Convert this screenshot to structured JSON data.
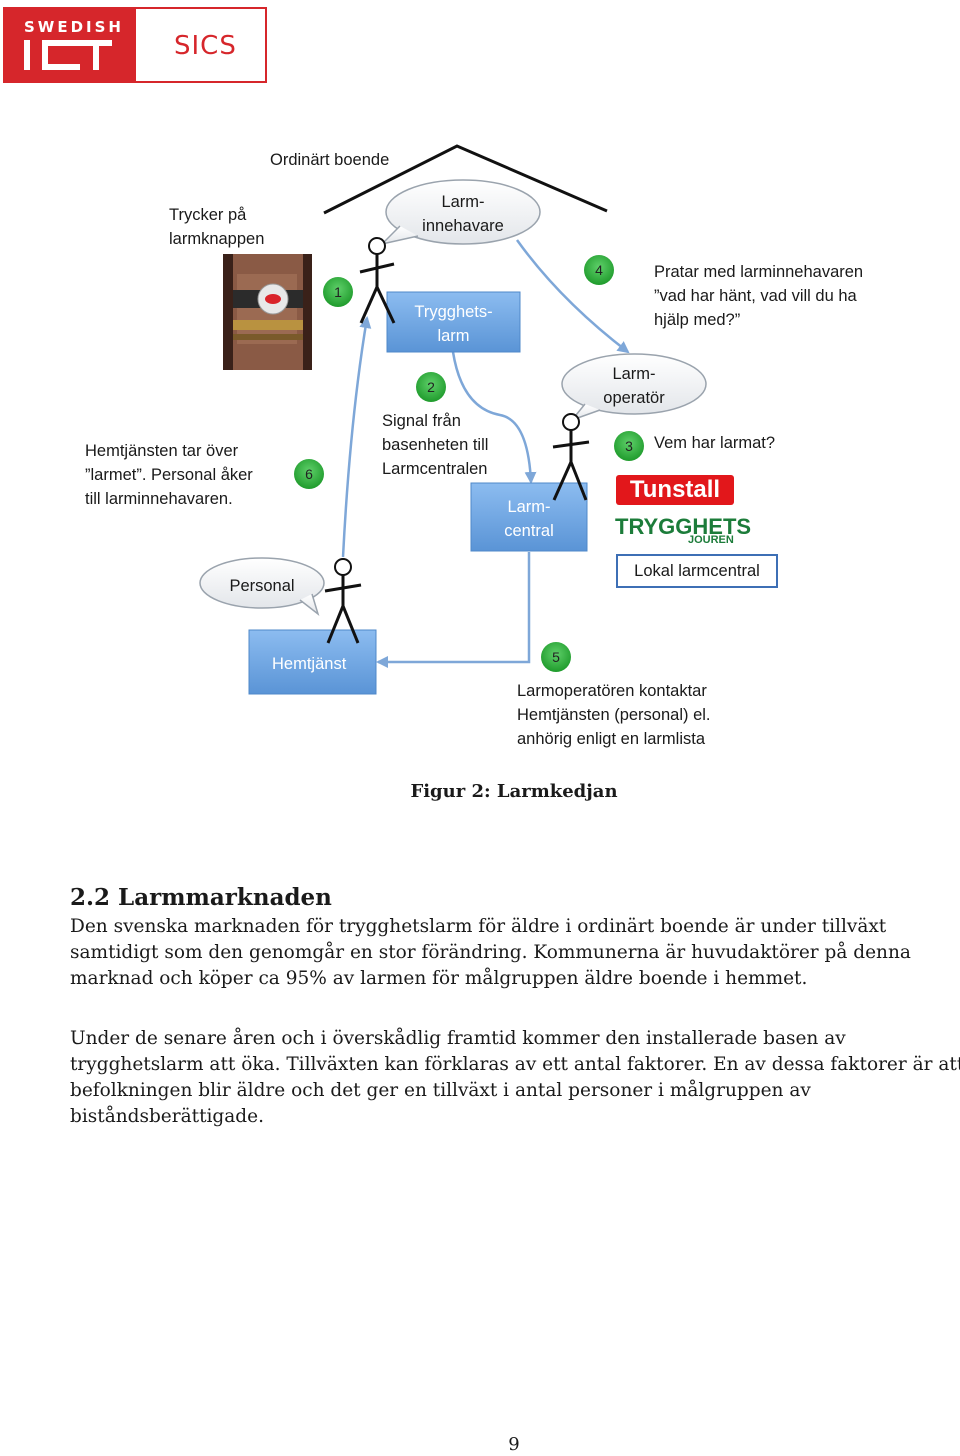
{
  "logo": {
    "swedish": "SWEDISH",
    "ict": "ICT",
    "sics": "SICS",
    "brand_color": "#d6262b"
  },
  "diagram": {
    "house_label": "Ordinärt boende",
    "press_label": [
      "Trycker på",
      "larmknappen"
    ],
    "bubble_holder": [
      "Larm-",
      "innehavare"
    ],
    "box_trygghetslarm": [
      "Trygghets-",
      "larm"
    ],
    "step4_text": [
      "Pratar med larminnehavaren",
      "”vad har hänt, vad vill du ha",
      "hjälp med?”"
    ],
    "bubble_operator": [
      "Larm-",
      "operatör"
    ],
    "signal_text": [
      "Signal från",
      "basenheten till",
      "Larmcentralen"
    ],
    "step6_text": [
      "Hemtjänsten tar över",
      "”larmet”. Personal åker",
      "till larminnehavaren."
    ],
    "step3_text": "Vem har larmat?",
    "box_larmcentral": [
      "Larm-",
      "central"
    ],
    "tunstall": "Tunstall",
    "trygghetsjouren": "TRYGGHETS",
    "jouren": "JOUREN",
    "lokal": "Lokal larmcentral",
    "bubble_personal": "Personal",
    "box_hemtjanst": "Hemtjänst",
    "step5_text": [
      "Larmoperatören kontaktar",
      "Hemtjänsten (personal) el.",
      "anhörig enligt en larmlista"
    ],
    "steps": [
      "1",
      "2",
      "3",
      "4",
      "5",
      "6"
    ],
    "colors": {
      "box_fill": "#6aa2e0",
      "arrow": "#7ea7d8",
      "step_circle": "#27a836",
      "bubble_fill": "#eef0f3"
    }
  },
  "figure_caption": "Figur 2: Larmkedjan",
  "section": {
    "title": "2.2 Larmmarknaden",
    "paragraph1": [
      "Den svenska marknaden för trygghetslarm för äldre i ordinärt boende är under tillväxt",
      "samtidigt som den genomgår en stor förändring. Kommunerna är huvudaktörer på denna",
      "marknad och köper ca 95% av larmen för målgruppen äldre boende i hemmet."
    ],
    "paragraph2": [
      "Under de senare åren och i överskådlig framtid kommer den installerade basen av",
      "trygghetslarm att öka. Tillväxten kan förklaras av ett antal faktorer. En av dessa faktorer är att",
      "befolkningen blir äldre och det ger en tillväxt i antal personer i målgruppen av",
      "biståndsberättigade."
    ]
  },
  "page_number": "9"
}
